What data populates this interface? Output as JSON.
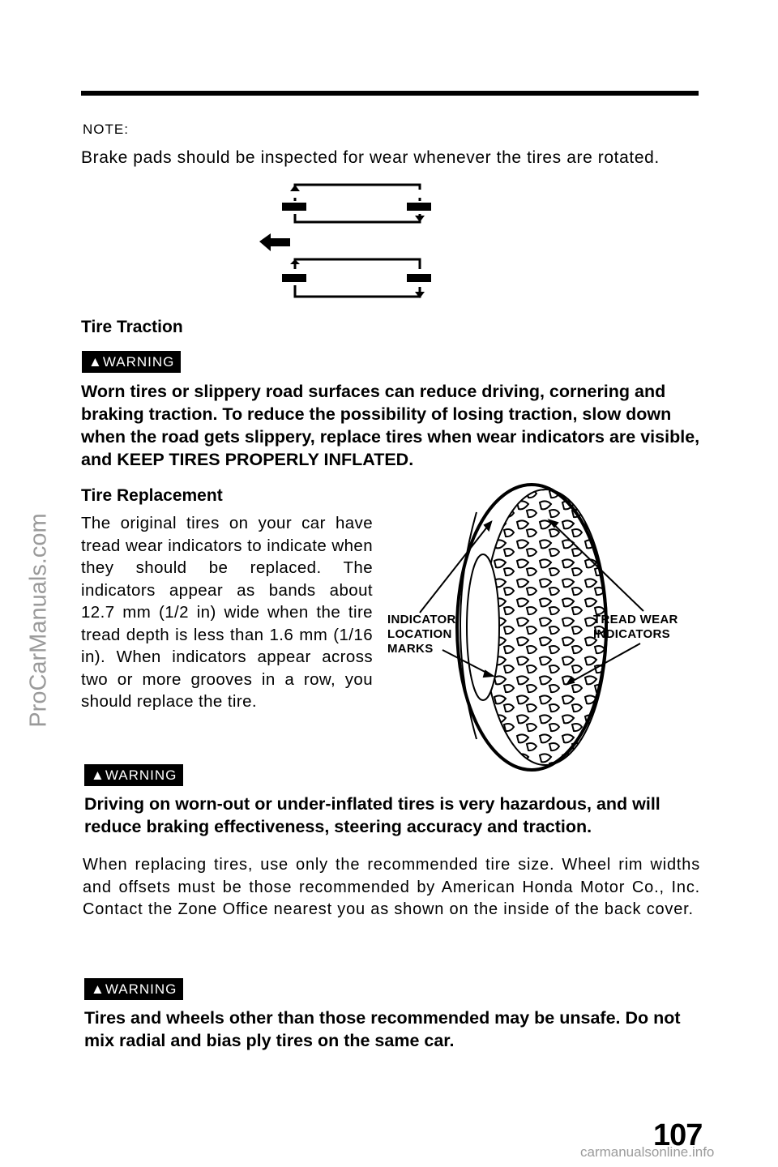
{
  "note": {
    "label": "NOTE:",
    "text": "Brake pads should be inspected for wear whenever the tires are rotated."
  },
  "tire_traction": {
    "heading": "Tire Traction",
    "warning_badge": "WARNING",
    "warning_text": "Worn tires or slippery road surfaces can reduce driving, cornering and braking traction. To reduce the possibility of losing traction, slow down when the road gets slippery, replace tires when wear indicators are visible, and KEEP TIRES PROPERLY INFLATED."
  },
  "tire_replacement": {
    "heading": "Tire Replacement",
    "text": "The original tires on your car have tread wear indicators to indicate when they should be replaced. The indicators appear as bands about 12.7 mm (1/2 in) wide when the tire tread depth is less than 1.6 mm (1/16 in). When indicators appear across two or more grooves in a row, you should replace the tire.",
    "callout_location": [
      "INDICATOR",
      "LOCATION",
      "MARKS"
    ],
    "callout_tread": [
      "TREAD WEAR",
      "INDICATORS"
    ],
    "warning_badge": "WARNING",
    "warning_text": "Driving on worn-out or under-inflated tires is very hazardous, and will reduce braking effectiveness, steering accuracy and traction.",
    "replace_text": "When replacing tires, use only the recommended tire size. Wheel rim widths and offsets must be those recommended by American Honda Motor Co., Inc. Contact the Zone Office nearest you as shown on the inside of the back cover."
  },
  "final_warning": {
    "warning_badge": "WARNING",
    "warning_text": "Tires and wheels other than those recommended may be unsafe. Do not mix radial and bias ply tires on the same car."
  },
  "page_number": "107",
  "watermarks": {
    "side": "ProCarManuals.com",
    "bottom": "carmanualsonline.info"
  }
}
